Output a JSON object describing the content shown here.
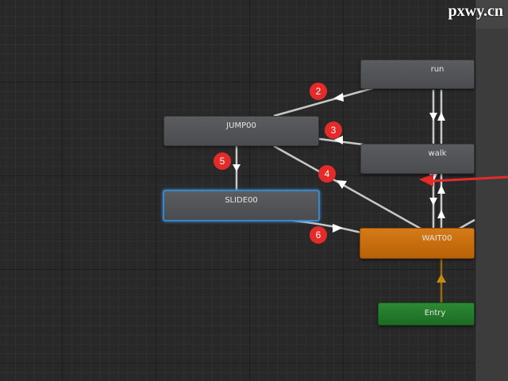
{
  "watermark": "pxwy.cn",
  "states": {
    "run": "run",
    "jump": "JUMP00",
    "walk": "walk",
    "slide": "SLIDE00",
    "wait": "WAIT00",
    "entry": "Entry"
  },
  "badges": [
    "2",
    "3",
    "4",
    "5",
    "6"
  ],
  "colors": {
    "default_state": "#4f5155",
    "selected_border": "#3b86c8",
    "default_layer_state": "#c96d0e",
    "entry_state": "#24792c",
    "annotation": "#e52a2a"
  }
}
